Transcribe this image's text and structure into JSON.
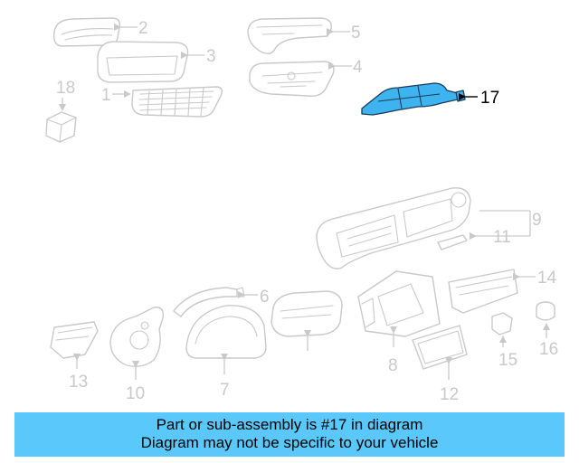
{
  "callouts": {
    "c1": "1",
    "c2": "2",
    "c3": "3",
    "c4": "4",
    "c5": "5",
    "c6": "6",
    "c7": "7",
    "c8": "8",
    "c9": "9",
    "c10": "10",
    "c11": "11",
    "c12": "12",
    "c13": "13",
    "c14": "14",
    "c15": "15",
    "c16": "16",
    "c17": "17",
    "c18": "18"
  },
  "highlighted_part": "17",
  "colors": {
    "highlight_fill": "#3db4f0",
    "banner": "#5ac8fa",
    "line_art": "#c9c9c9"
  },
  "banner": {
    "line1": "Part or sub-assembly is #17 in diagram",
    "line2": "Diagram may not be specific to your vehicle"
  }
}
